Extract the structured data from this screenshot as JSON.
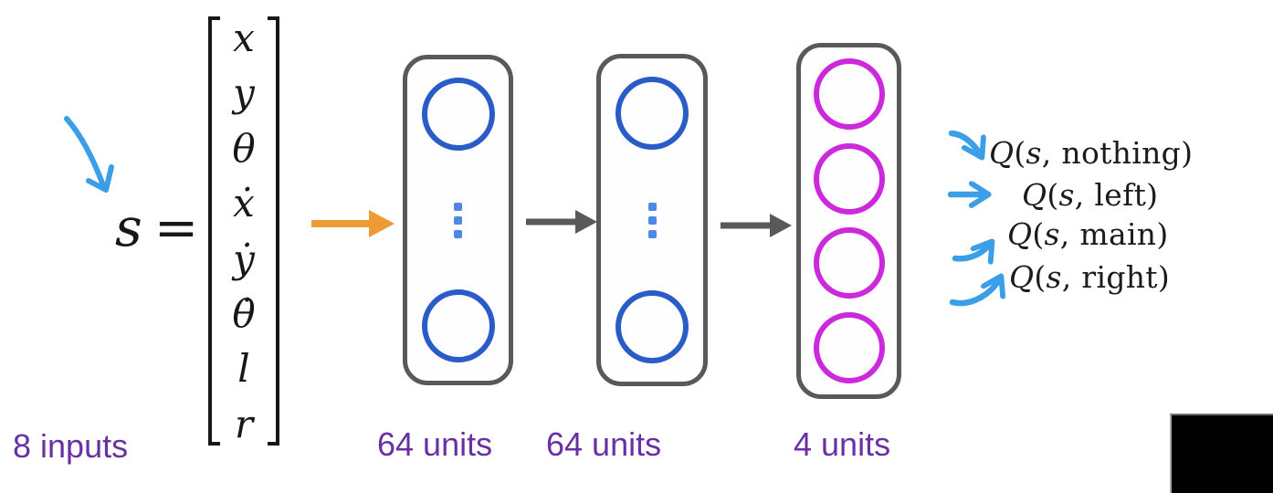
{
  "state": {
    "symbol": "s",
    "equals": "=",
    "vector": [
      "x",
      "y",
      "θ",
      "ẋ",
      "ẏ",
      "θ̇",
      "l",
      "r"
    ],
    "caption": "8 inputs"
  },
  "layers": [
    {
      "caption": "64 units",
      "neurons_visible": 2,
      "ellipsis": true
    },
    {
      "caption": "64 units",
      "neurons_visible": 2,
      "ellipsis": true
    },
    {
      "caption": "4 units",
      "neurons_visible": 4,
      "ellipsis": false
    }
  ],
  "outputs": [
    {
      "fn": "Q",
      "open": "(",
      "arg": "s",
      "sep": ", ",
      "action": "nothing",
      "close": ")"
    },
    {
      "fn": "Q",
      "open": "(",
      "arg": "s",
      "sep": ", ",
      "action": "left",
      "close": ")"
    },
    {
      "fn": "Q",
      "open": "(",
      "arg": "s",
      "sep": ", ",
      "action": "main",
      "close": ")"
    },
    {
      "fn": "Q",
      "open": "(",
      "arg": "s",
      "sep": ", ",
      "action": "right",
      "close": ")"
    }
  ],
  "colors": {
    "hidden_neuron": "#2A5CC8",
    "ellipsis_dot": "#4F87E9",
    "output_neuron": "#CB29DB",
    "layer_border": "#58595B",
    "input_arrow": "#EC9B35",
    "inter_layer_arrow": "#58595B",
    "annotation_arrow": "#3B9FE8",
    "caption_text": "#6930A3",
    "math_text": "#1B1B1B"
  }
}
